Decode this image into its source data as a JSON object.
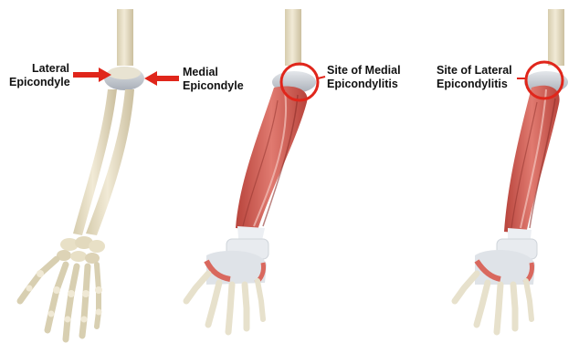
{
  "colors": {
    "bone": "#e9e1c8",
    "bone_shade": "#cfc4a4",
    "cartilage": "#c8ccd2",
    "muscle": "#d9685e",
    "muscle_dark": "#b8443c",
    "tendon": "#eceff3",
    "arrow": "#e0261b",
    "circle": "#e0261b"
  },
  "panels": [
    {
      "id": "skeleton",
      "labels": [
        {
          "name": "lateral-epicondyle-label",
          "text": "Lateral\nEpicondyle"
        },
        {
          "name": "medial-epicondyle-label",
          "text": "Medial\nEpicondyle"
        }
      ]
    },
    {
      "id": "medial",
      "labels": [
        {
          "name": "medial-epicondylitis-label",
          "text": "Site of Medial\nEpicondylitis"
        }
      ]
    },
    {
      "id": "lateral",
      "labels": [
        {
          "name": "lateral-epicondylitis-label",
          "text": "Site of Lateral\nEpicondylitis"
        }
      ]
    }
  ]
}
